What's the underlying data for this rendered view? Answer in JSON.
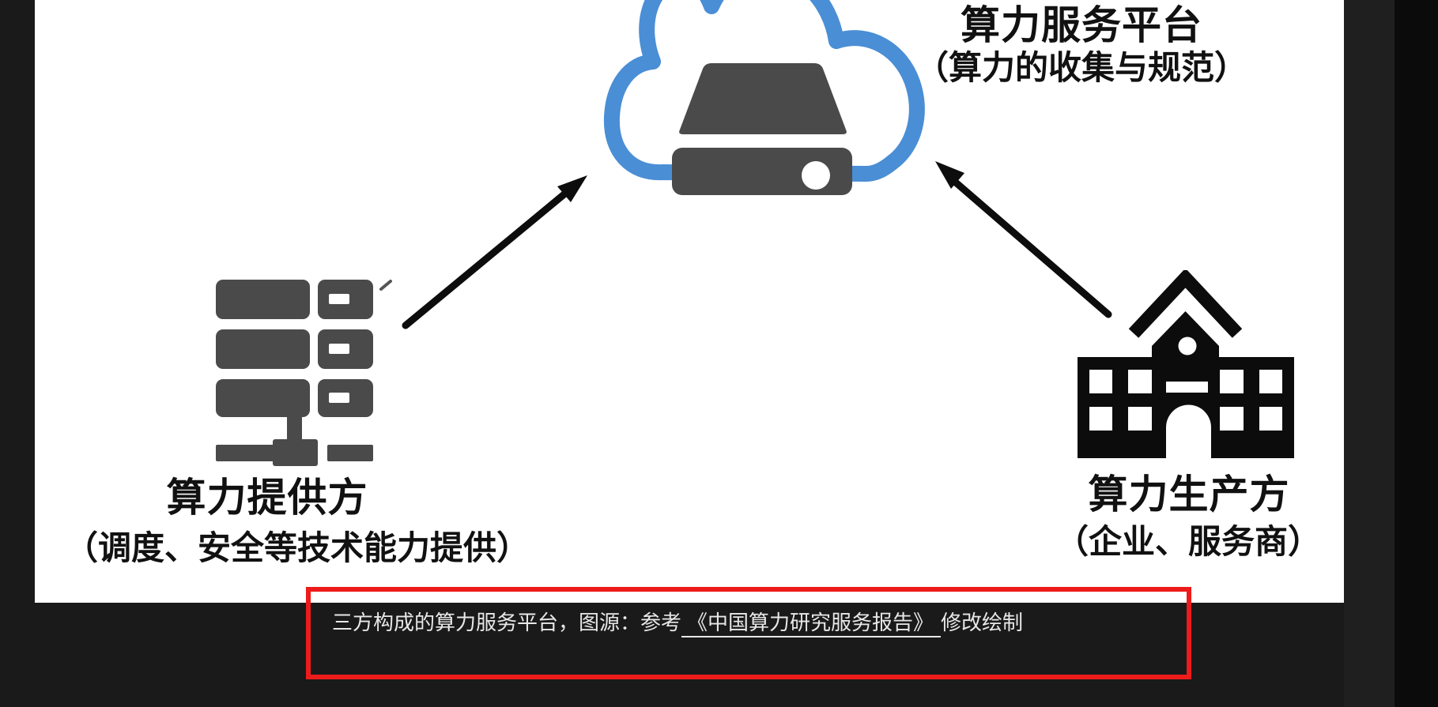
{
  "colors": {
    "backdrop": "#1A1A1A",
    "backdrop_right_column": "#0B0B0B",
    "canvas": "#FFFFFF",
    "cloud_blue": "#4A8ED5",
    "server_gray": "#4A4A4A",
    "building_black": "#0C0C0C",
    "arrow_black": "#0D0D0D",
    "annotation_red": "#EE1B1B",
    "caption_text": "#E8E8E8",
    "label_text": "#111111"
  },
  "diagram": {
    "platform": {
      "title": "算力服务平台",
      "subtitle": "（算力的收集与规范）",
      "icon": "cloud-server-icon"
    },
    "provider": {
      "title": "算力提供方",
      "subtitle": "（调度、安全等技术能力提供）",
      "icon": "server-rack-icon"
    },
    "producer": {
      "title": "算力生产方",
      "subtitle": "（企业、服务商）",
      "icon": "school-building-icon"
    }
  },
  "caption": {
    "prefix": "三方构成的算力服务平台，图源：参考",
    "link": "《中国算力研究服务报告》",
    "suffix": "修改绘制"
  }
}
